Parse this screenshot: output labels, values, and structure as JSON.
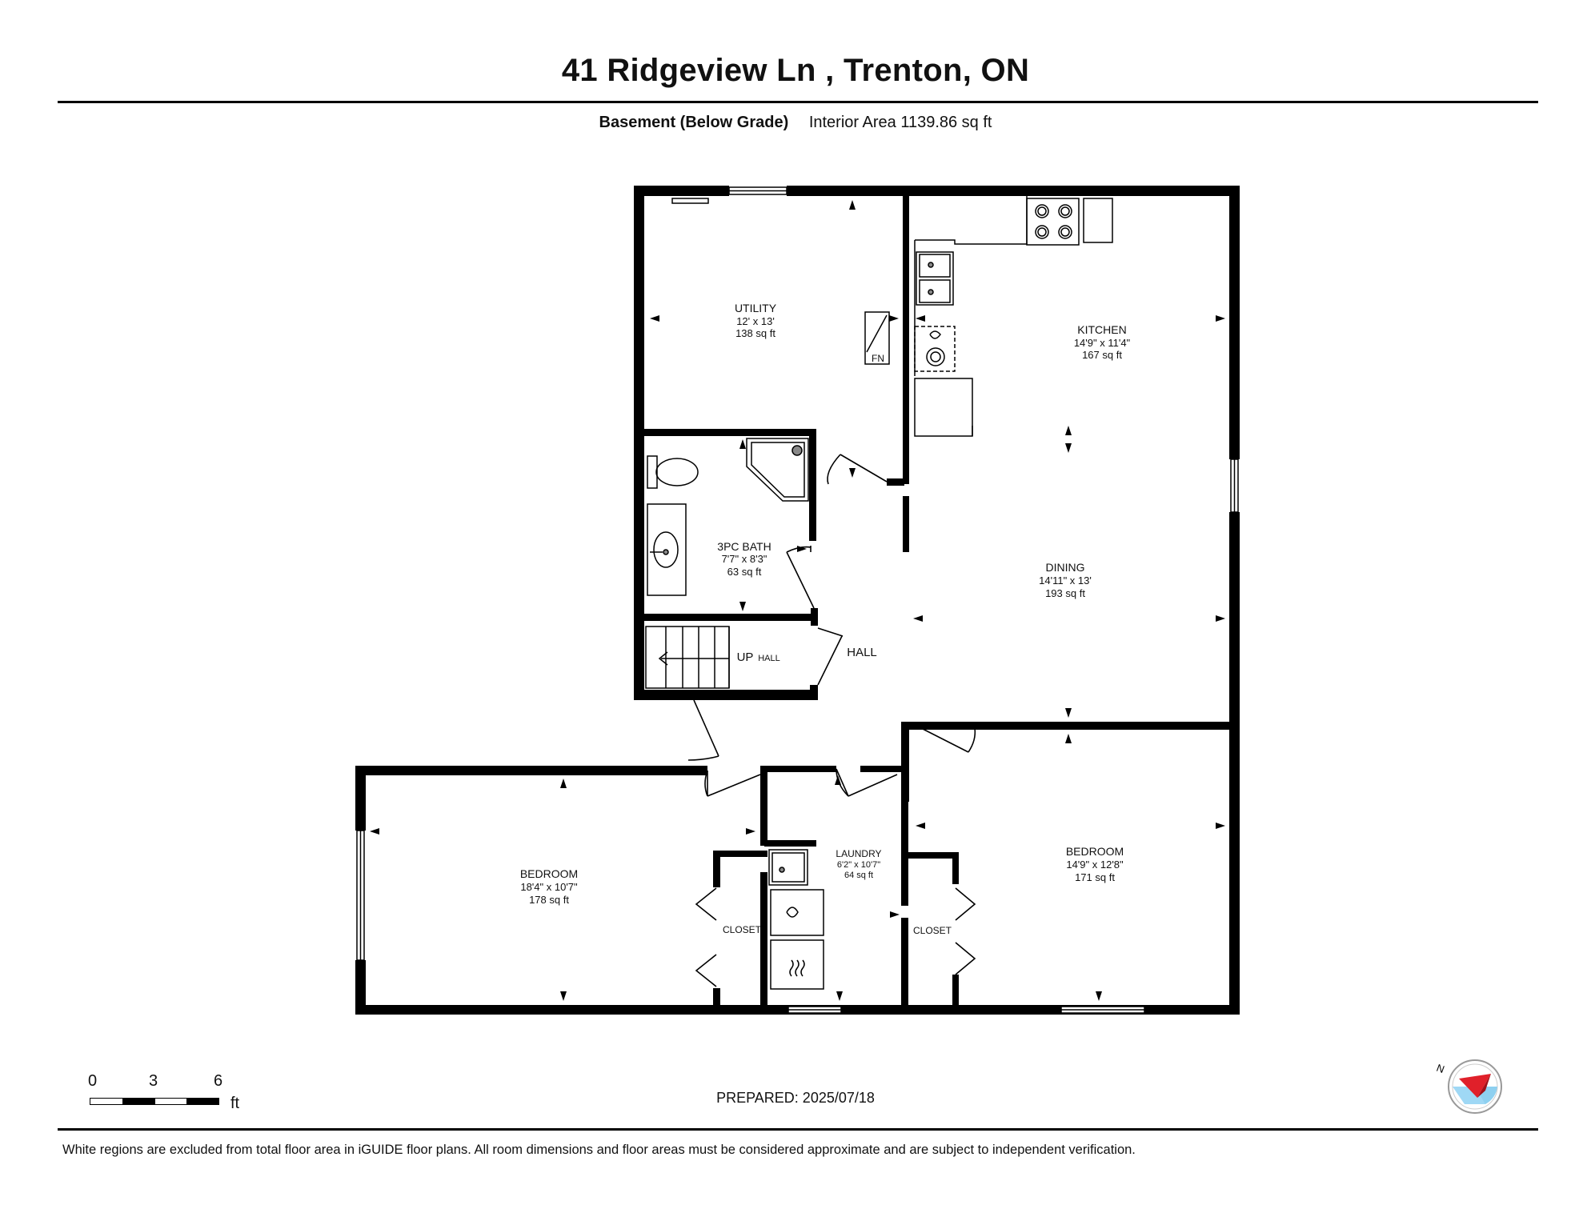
{
  "header": {
    "title": "41 Ridgeview Ln , Trenton, ON",
    "level_name": "Basement (Below Grade)",
    "area_text": "Interior Area 1139.86 sq ft"
  },
  "rooms": {
    "utility": {
      "name": "UTILITY",
      "dims": "12' x 13'",
      "area": "138 sq ft"
    },
    "kitchen": {
      "name": "KITCHEN",
      "dims": "14'9\" x 11'4\"",
      "area": "167 sq ft"
    },
    "bath": {
      "name": "3PC BATH",
      "dims": "7'7\" x 8'3\"",
      "area": "63 sq ft"
    },
    "dining": {
      "name": "DINING",
      "dims": "14'11\" x 13'",
      "area": "193 sq ft"
    },
    "hall": {
      "name": "HALL"
    },
    "stair_up": {
      "name": "UP",
      "sub": "HALL"
    },
    "bedroom_left": {
      "name": "BEDROOM",
      "dims": "18'4\" x 10'7\"",
      "area": "178 sq ft"
    },
    "laundry": {
      "name": "LAUNDRY",
      "dims": "6'2\" x 10'7\"",
      "area": "64 sq ft"
    },
    "bedroom_right": {
      "name": "BEDROOM",
      "dims": "14'9\" x 12'8\"",
      "area": "171 sq ft"
    },
    "closet_left": {
      "name": "CLOSET"
    },
    "closet_right": {
      "name": "CLOSET"
    },
    "furnace_tag": "FN"
  },
  "scale_bar": {
    "ticks": [
      "0",
      "3",
      "6"
    ],
    "unit": "ft"
  },
  "prepared": "PREPARED: 2025/07/18",
  "compass": {
    "label": "N"
  },
  "footer": "White regions are excluded from total floor area in iGUIDE floor plans. All room dimensions and floor areas must be considered approximate and are subject to independent verification."
}
